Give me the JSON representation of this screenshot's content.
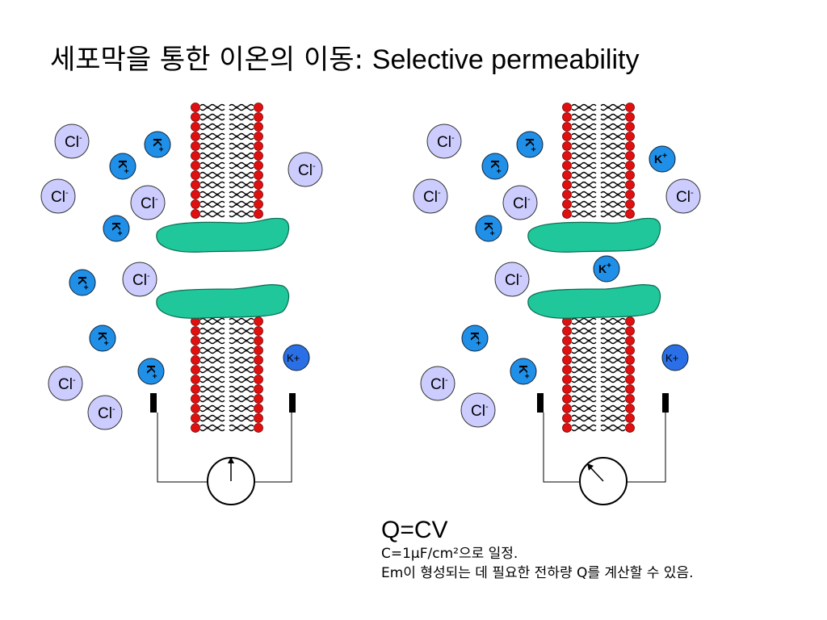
{
  "title": {
    "korean": "세포막을 통한 이온의 이동:",
    "english": "Selective permeability"
  },
  "ions": {
    "chloride": "Cl",
    "chloride_charge": "-",
    "potassium_rotated": "K",
    "potassium_rotated_charge": "+",
    "potassium_upright": "K+",
    "potassium_superscript": "K",
    "potassium_superscript_charge": "+"
  },
  "equation": "Q=CV",
  "notes": [
    "C=1μF/cm²으로 일정.",
    "Em이 형성되는 데 필요한 전하량 Q를 계산할 수 있음."
  ],
  "colors": {
    "chloride_fill": "#ccccff",
    "potassium_fill": "#1f8fe8",
    "potassium_plain_fill": "#2a6fe6",
    "lipid_head": "#e01010",
    "channel_protein": "#1fc79a"
  },
  "icons": {
    "meter": "galvanometer-dial-icon",
    "electrode": "electrode-icon"
  }
}
